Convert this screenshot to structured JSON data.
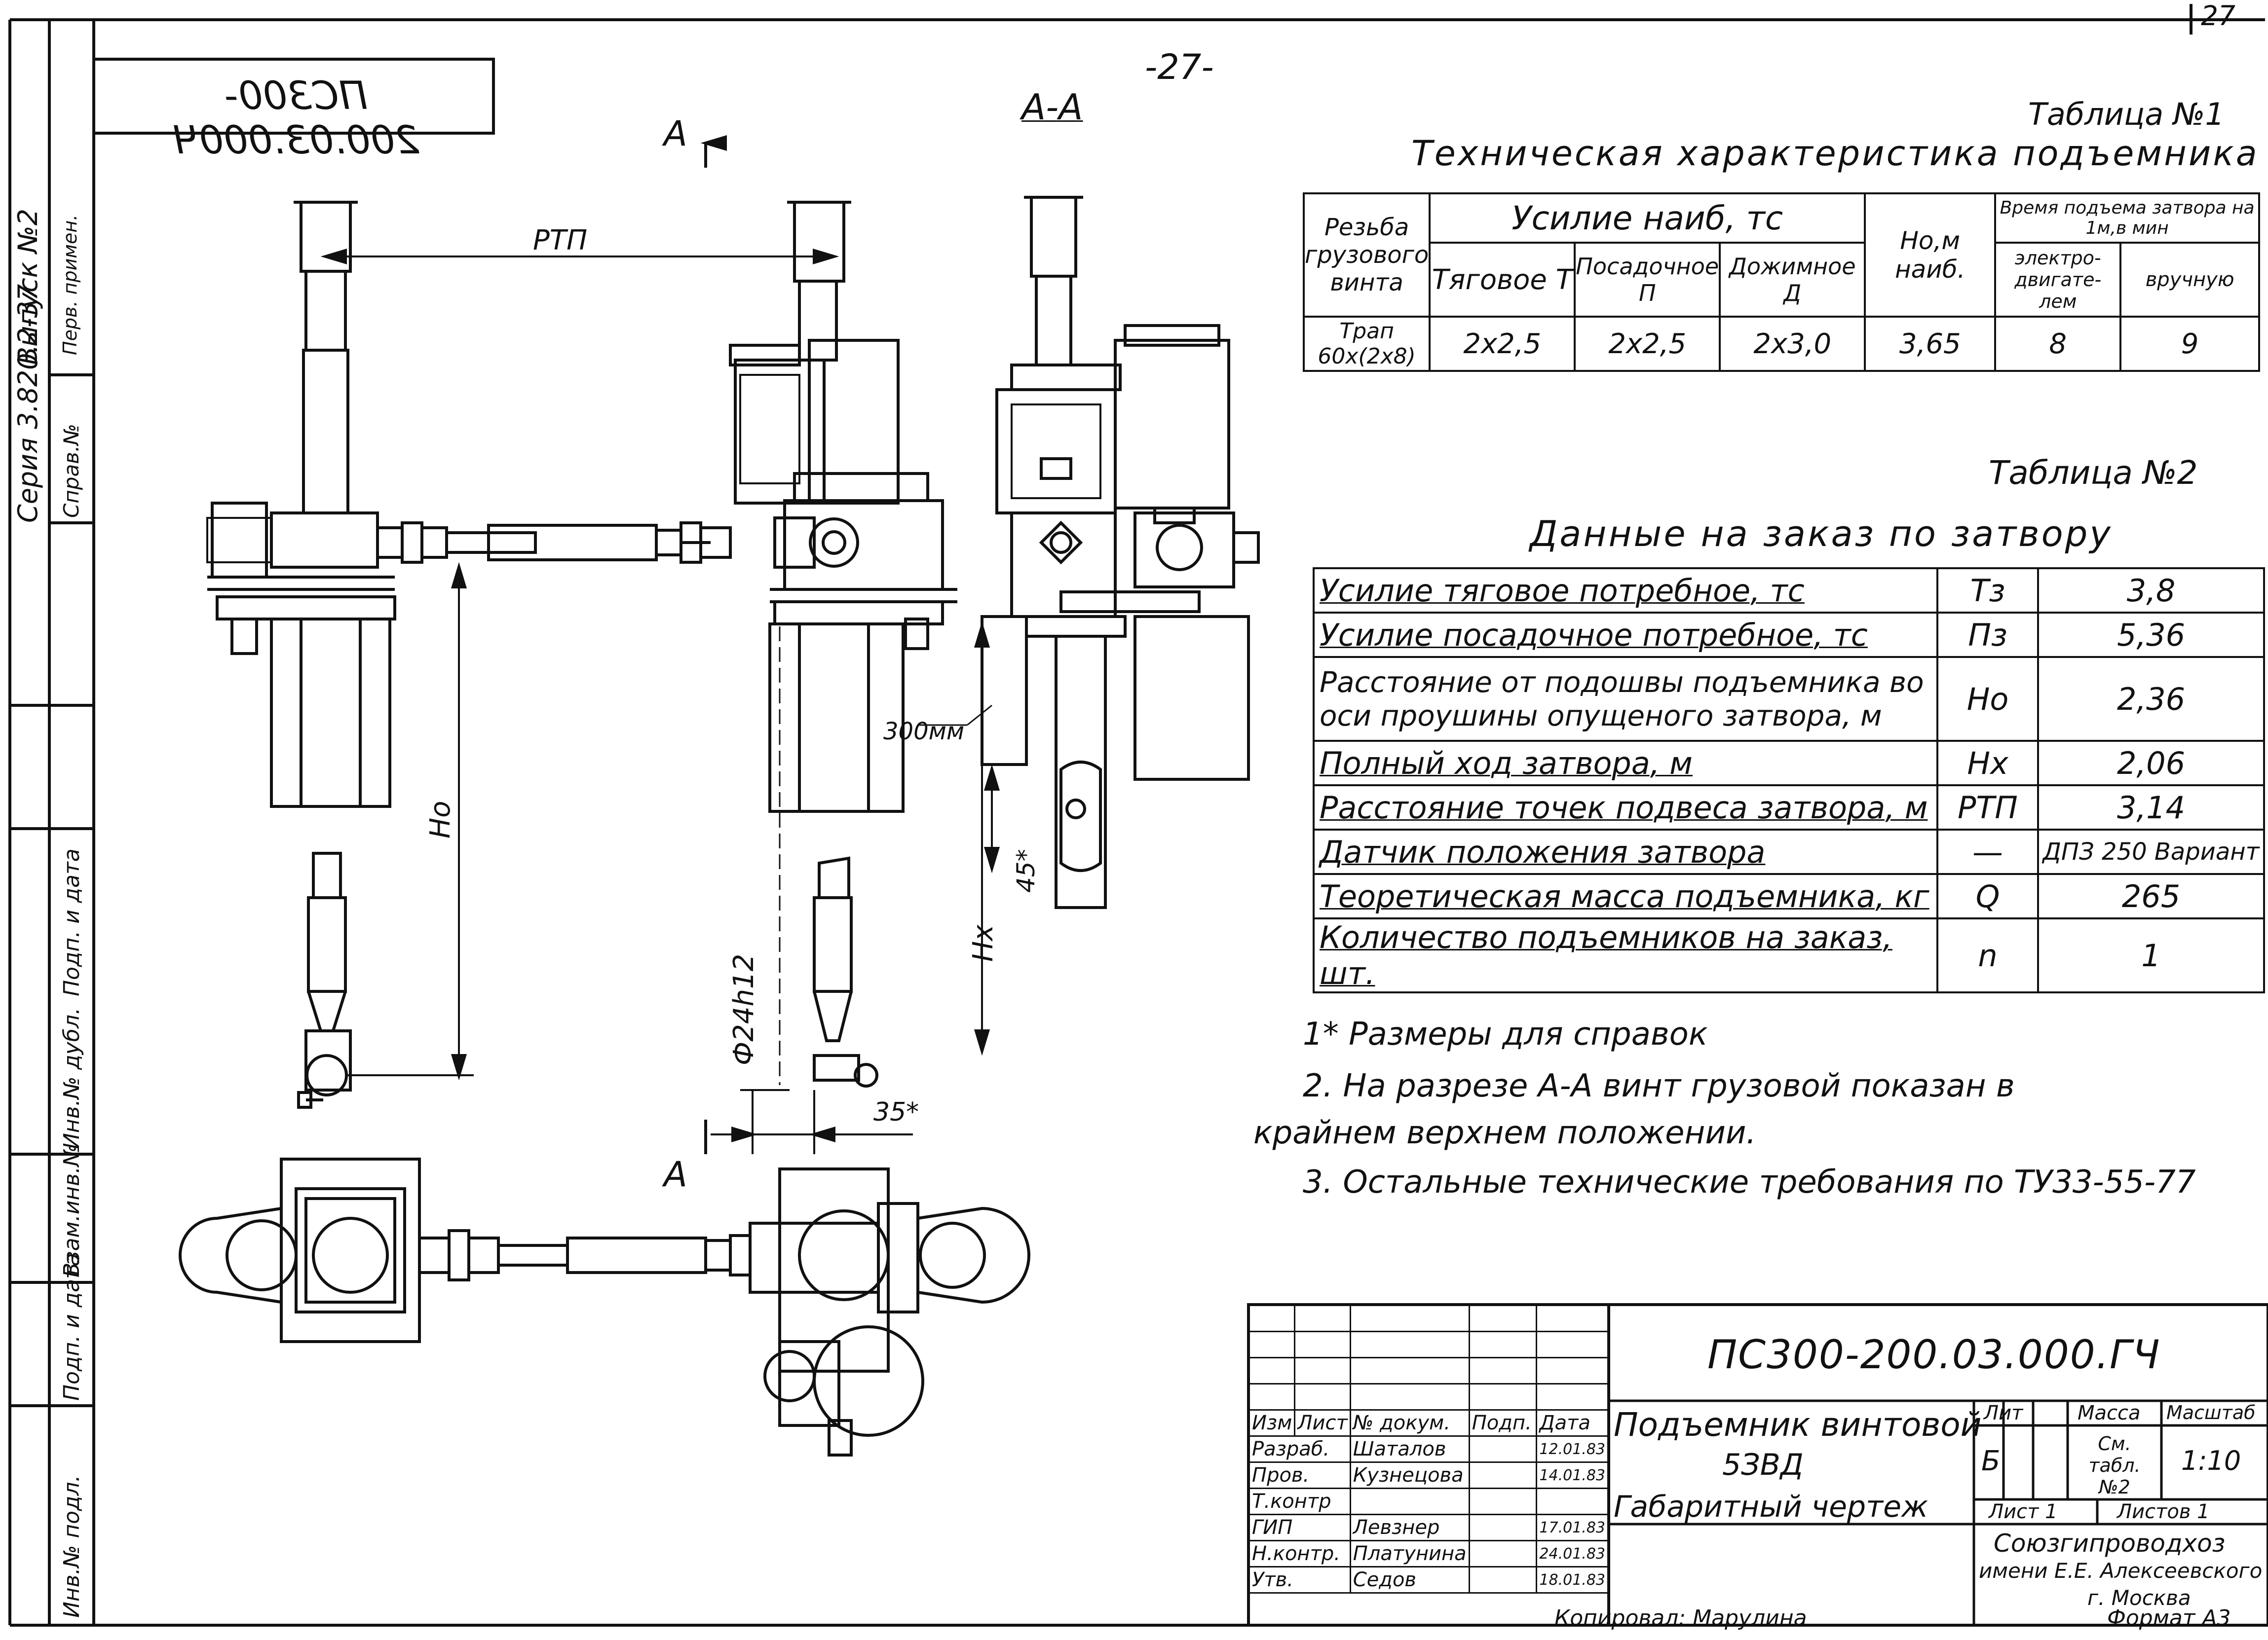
{
  "page_number": "-27-",
  "corner_number": "27",
  "code_mirrored": "ПС300-200.03.000Ч",
  "section_label": "А-А",
  "section_mark": "А",
  "side_labels": {
    "series": "Серия 3.820.2-37",
    "issue": "Выпуск №2",
    "ref": "Справ.№",
    "prim": "Перв. примен.",
    "podp1": "Подп. и дата",
    "inv": "Инв.№ дубл.",
    "vzam": "Взам.инв.№",
    "podp2": "Подп. и дата",
    "inv_podl": "Инв.№ подл."
  },
  "dims": {
    "rtp": "РТП",
    "ho": "Но",
    "hx": "Нх",
    "d24": "Ф24h12",
    "mm300": "300мм",
    "d45": "45*",
    "d35": "35*"
  },
  "table1": {
    "caption": "Таблица №1",
    "title": "Техническая характеристика подъемника",
    "h_thread": "Резьба грузового винта",
    "h_force": "Усилие наиб, тс",
    "h_traction": "Тяговое Т",
    "h_landing": "Посадочное П",
    "h_press": "Дожимное Д",
    "h_ho": "Но,м наиб.",
    "h_time": "Время подъема затвора на 1м,в мин",
    "h_motor": "электро-двигате-лем",
    "h_manual": "вручную",
    "r_thread": "Трап 60х(2х8)",
    "r_traction": "2х2,5",
    "r_landing": "2х2,5",
    "r_press": "2х3,0",
    "r_ho": "3,65",
    "r_motor": "8",
    "r_manual": "9"
  },
  "table2": {
    "caption": "Таблица №2",
    "title": "Данные на заказ по затвору",
    "rows": [
      {
        "label": "Усилие тяговое потребное, тс",
        "sym": "Тз",
        "val": "3,8"
      },
      {
        "label": "Усилие посадочное потребное, тс",
        "sym": "Пз",
        "val": "5,36"
      },
      {
        "label": "Расстояние от подошвы подъемника во оси проушины опущеного затвора, м",
        "sym": "Но",
        "val": "2,36"
      },
      {
        "label": "Полный ход затвора, м",
        "sym": "Нх",
        "val": "2,06"
      },
      {
        "label": "Расстояние точек подвеса затвора, м",
        "sym": "РТП",
        "val": "3,14"
      },
      {
        "label": "Датчик положения затвора",
        "sym": "—",
        "val": "ДПЗ 250 Вариант"
      },
      {
        "label": "Теоретическая масса подъемника, кг",
        "sym": "Q",
        "val": "265"
      },
      {
        "label": "Количество подъемников на заказ, шт.",
        "sym": "n",
        "val": "1"
      }
    ]
  },
  "notes": [
    "1* Размеры для справок",
    "2. На разрезе А-А винт грузовой показан в",
    "крайнем верхнем положении.",
    "3. Остальные технические требования по ТУ33-55-77"
  ],
  "stamp": {
    "code": "ПС300-200.03.000.ГЧ",
    "name1": "Подъемник винтовой",
    "name2": "5ЗВД",
    "name3": "Габаритный чертеж",
    "h_izm": "Изм",
    "h_list": "Лист",
    "h_doc": "№ докум.",
    "h_podp": "Подп.",
    "h_date": "Дата",
    "roles": [
      {
        "role": "Разраб.",
        "name": "Шаталов",
        "date": "12.01.83"
      },
      {
        "role": "Пров.",
        "name": "Кузнецова",
        "date": "14.01.83"
      },
      {
        "role": "Т.контр",
        "name": "",
        "date": ""
      },
      {
        "role": "ГИП",
        "name": "Левзнер",
        "date": "17.01.83"
      },
      {
        "role": "Н.контр.",
        "name": "Платунина",
        "date": "24.01.83"
      },
      {
        "role": "Утв.",
        "name": "Седов",
        "date": "18.01.83"
      }
    ],
    "lit": "Лит",
    "mass": "Масса",
    "scale": "Масштаб",
    "lit_val": "Б",
    "mass_val": "См. табл. №2",
    "scale_val": "1:10",
    "sheet": "Лист 1",
    "sheets": "Листов 1",
    "org1": "Союзгипроводхоз",
    "org2": "имени Е.Е. Алексеевского",
    "org3": "г. Москва",
    "copied": "Копировал: Марулина",
    "format": "Формат А3"
  }
}
